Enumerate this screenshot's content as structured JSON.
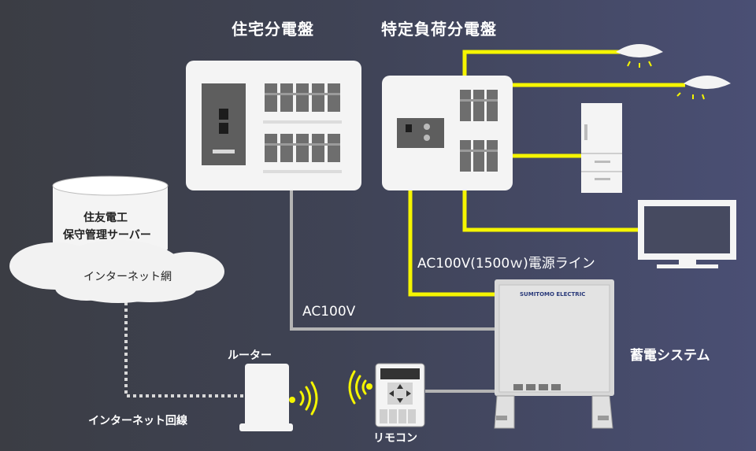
{
  "labels": {
    "main_panel": "住宅分電盤",
    "specific_panel": "特定負荷分電盤",
    "server_line1": "住友電工",
    "server_line2": "保守管理サーバー",
    "internet": "インターネット網",
    "ac100v": "AC100V",
    "power_line": "AC100V(1500ｗ)電源ライン",
    "storage_system": "蓄電システム",
    "router": "ルーター",
    "remote": "リモコン",
    "internet_line": "インターネット回線",
    "brand": "SUMITOMO ELECTRIC"
  },
  "colors": {
    "power_line": "#f5f500",
    "signal_line": "#b4b4b4",
    "panel": "#f4f4f4",
    "breaker": "#6e6e6e"
  },
  "icons": [
    "ceiling-light-icon",
    "refrigerator-icon",
    "television-icon",
    "router-icon",
    "wifi-signal-icon",
    "remote-controller-icon",
    "battery-cabinet-icon",
    "server-database-icon",
    "cloud-icon"
  ]
}
